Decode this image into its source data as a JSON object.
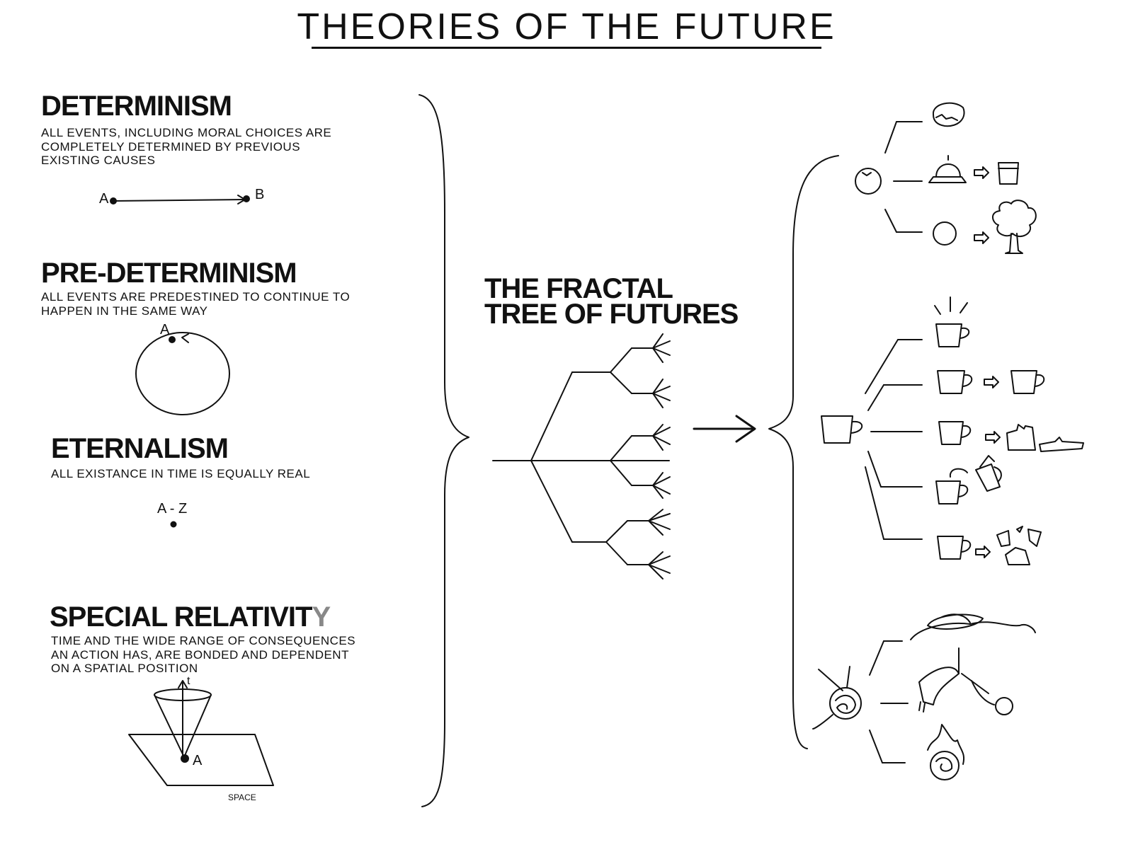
{
  "title": "THEORIES OF THE FUTURE",
  "theories": [
    {
      "heading": "DETERMINISM",
      "description": "ALL EVENTS, INCLUDING MORAL CHOICES ARE COMPLETELY DETERMINED BY PREVIOUS EXISTING CAUSES",
      "labels": [
        "A",
        "B"
      ]
    },
    {
      "heading": "PRE-DETERMINISM",
      "description": "ALL EVENTS ARE PREDESTINED TO CONTINUE TO HAPPEN IN THE SAME WAY",
      "labels": [
        "A"
      ]
    },
    {
      "heading": "ETERNALISM",
      "description": "ALL EXISTANCE IN TIME IS EQUALLY REAL",
      "labels": [
        "A - Z"
      ]
    },
    {
      "heading_main": "SPECIAL RELATIVIT",
      "heading_tail": "Y",
      "description": "TIME AND THE WIDE RANGE OF CONSEQUENCES AN ACTION HAS, ARE BONDED AND DEPENDENT ON A SPATIAL POSITION",
      "labels": [
        "t",
        "A",
        "SPACE"
      ]
    }
  ],
  "fractal": {
    "title_line1": "THE FRACTAL",
    "title_line2": "TREE OF FUTURES"
  }
}
